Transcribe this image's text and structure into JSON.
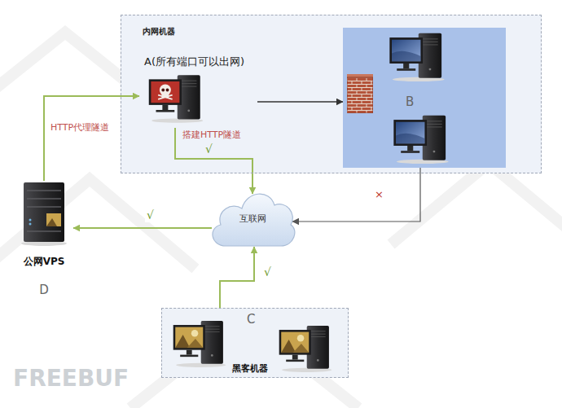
{
  "diagram": {
    "nodes": [
      {
        "text": [
          "内网机器"
        ]
      },
      {
        "text": [
          "A(所有端口可以出网)"
        ],
        "in": 0
      },
      {
        "text": [
          "B"
        ],
        "in": 0
      },
      {
        "text": [
          "互联网"
        ]
      },
      {
        "text": [
          "公网VPS",
          "D"
        ]
      },
      {
        "text": [
          "C",
          "黑客机器"
        ]
      }
    ],
    "edges": [
      {
        "from": 1,
        "to": 2,
        "arrow": "to"
      },
      {
        "from": 1,
        "to": 3,
        "arrow": "to",
        "label": "√"
      },
      {
        "from": 3,
        "to": 4,
        "arrow": "to",
        "label": "√"
      },
      {
        "from": 4,
        "to": 1,
        "arrow": "to",
        "label": "HTTP代理隧道"
      },
      {
        "from": 2,
        "to": 3,
        "arrow": "to",
        "label": "×"
      },
      {
        "from": 5,
        "to": 3,
        "arrow": "to",
        "label": "√"
      }
    ],
    "labels": [
      "搭建HTTP隧道",
      "FREEBUF"
    ]
  }
}
